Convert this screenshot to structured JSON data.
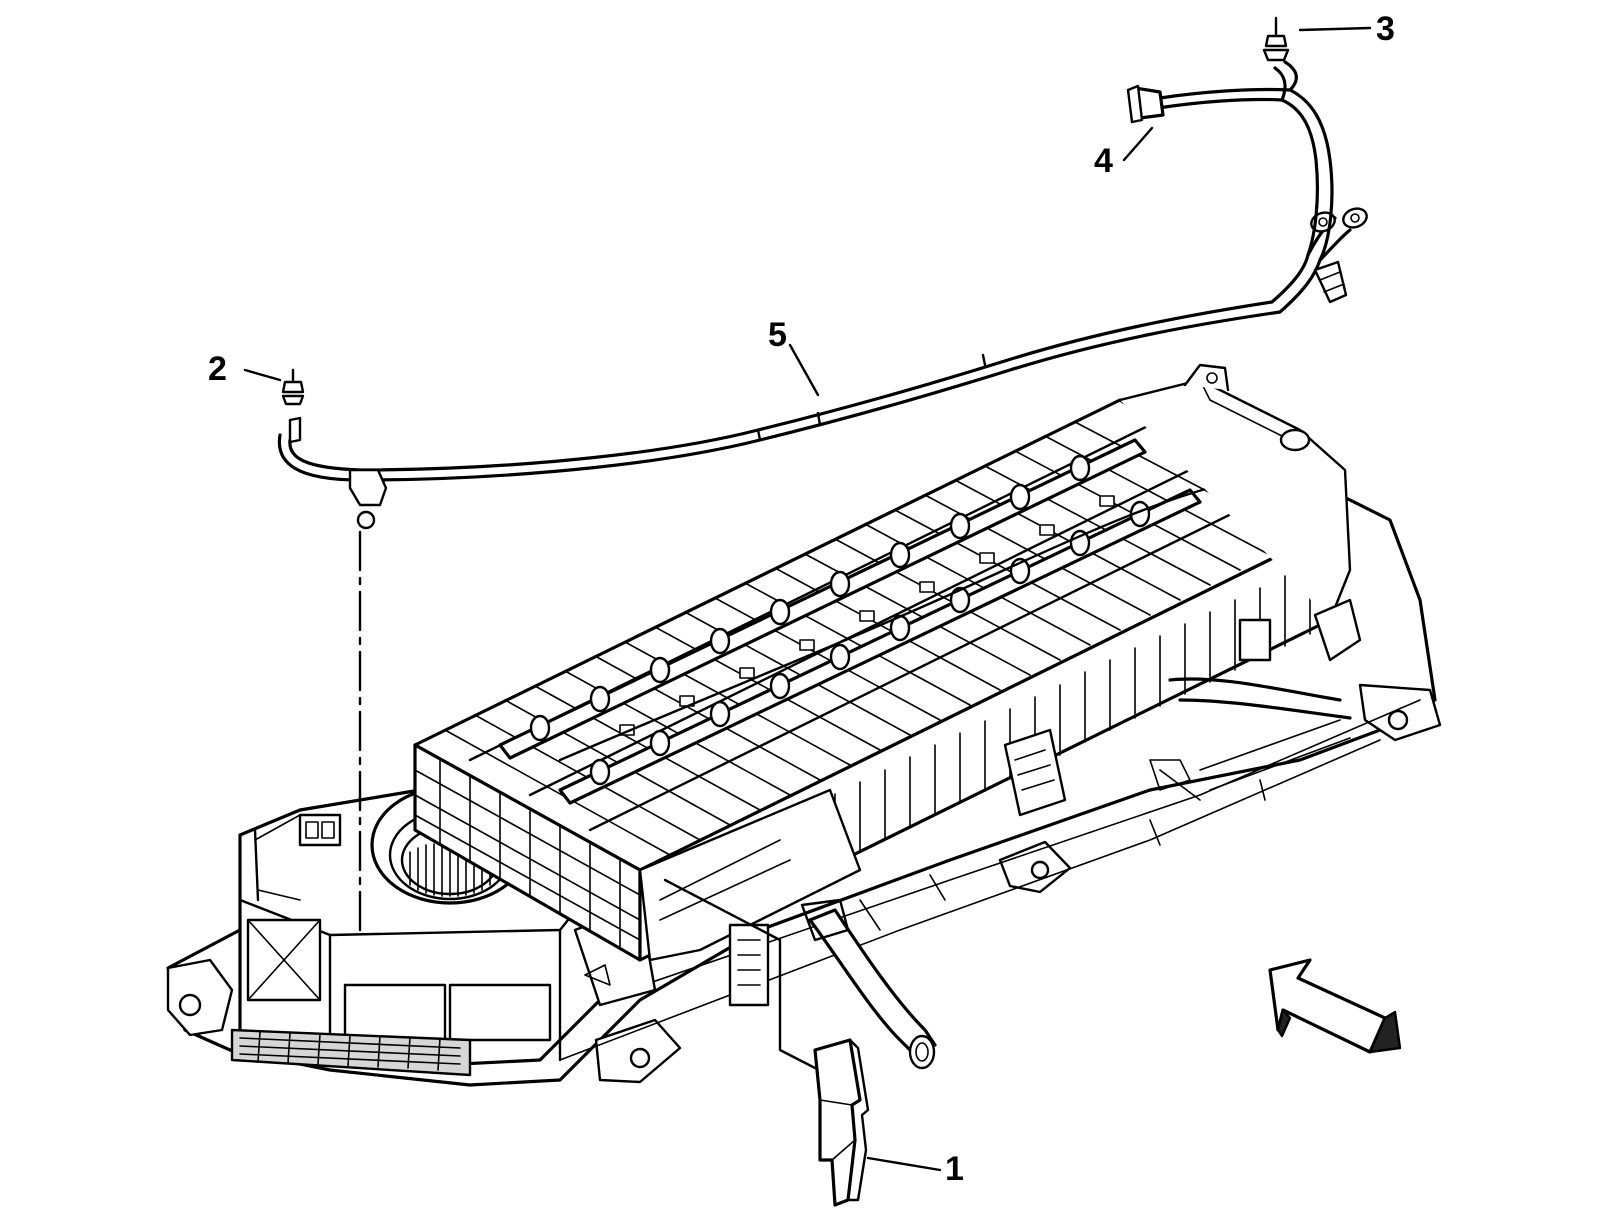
{
  "callouts": [
    {
      "id": "1",
      "label": "1"
    },
    {
      "id": "2",
      "label": "2"
    },
    {
      "id": "3",
      "label": "3"
    },
    {
      "id": "4",
      "label": "4"
    },
    {
      "id": "5",
      "label": "5"
    }
  ],
  "colors": {
    "line": "#000000",
    "background": "#ffffff",
    "shade": "#d6d6d6"
  }
}
